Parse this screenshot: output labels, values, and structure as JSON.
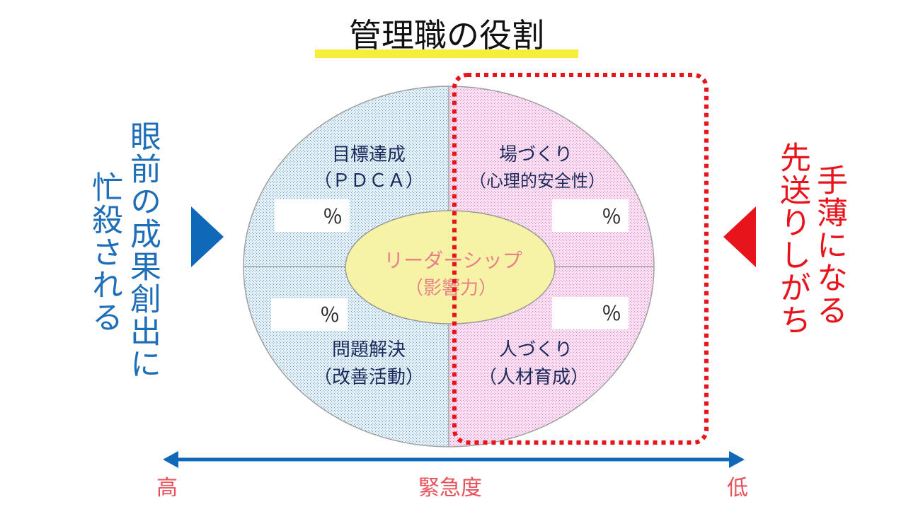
{
  "title": "管理職の役割",
  "quadrants": {
    "top_left": {
      "line1": "目標達成",
      "line2": "（ＰＤＣＡ）",
      "percent": "％"
    },
    "top_right": {
      "line1": "場づくり",
      "line2": "（心理的安全性）",
      "percent": "％"
    },
    "bottom_left": {
      "line1": "問題解決",
      "line2": "（改善活動）",
      "percent": "％"
    },
    "bottom_right": {
      "line1": "人づくり",
      "line2": "（人材育成）",
      "percent": "％"
    }
  },
  "center": {
    "line1": "リーダーシップ",
    "line2": "（影響力）"
  },
  "left_text": {
    "col1": "眼前の成果創出に",
    "col2": "忙殺される"
  },
  "right_text": {
    "col1": "手薄になる",
    "col2": "先送りしがち"
  },
  "axis": {
    "label": "緊急度",
    "left": "高",
    "right": "低"
  },
  "colors": {
    "blue_text": "#1f6fb8",
    "red_text": "#e8141c",
    "axis_text": "#e8505a",
    "quadrant_text": "#1a2a5c",
    "center_text": "#e8808a",
    "arrow_blue": "#1068b8",
    "highlight": "#f5ef3c"
  }
}
